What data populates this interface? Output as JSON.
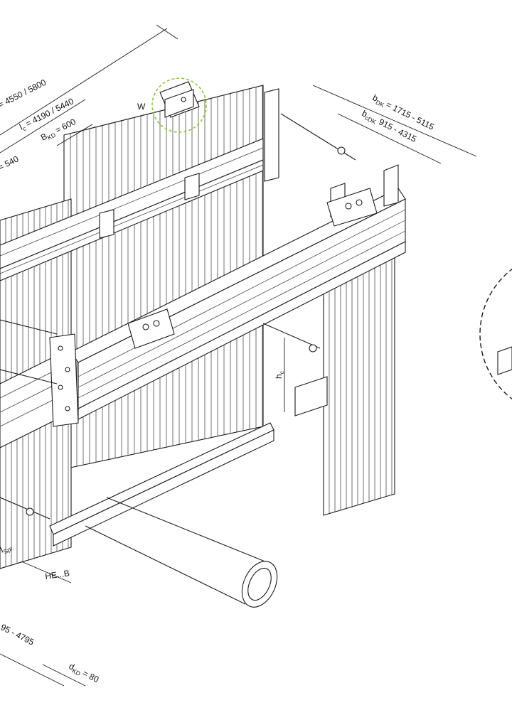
{
  "labels": {
    "l_total": "= 4550 / 5800",
    "l_c_prefix": "l",
    "l_c_sub": "c",
    "l_c_value": "= 4190 / 5440",
    "B_prefix": "B",
    "B_sub": "KD",
    "B_value": "= 600",
    "partial_540": "= 540",
    "b_dk_prefix": "b",
    "b_dk_sub": "DK",
    "b_dk_value": "= 1715 - 5115",
    "b_cdk_prefix": "b",
    "b_cdk_sub": "cDK",
    "b_cdk_value": "915 - 4315",
    "h_prefix": "h",
    "h_sub": "c",
    "w_marker": "W",
    "spr_prefix": "l",
    "spr_sub": "Spr.",
    "he_label": "HE...B",
    "partial_4795": "95 - 4795",
    "d_prefix": "d",
    "d_sub": "KD",
    "d_value": "= 80"
  },
  "colors": {
    "line": "#1a1a1a",
    "highlight_circle": "#8cc63f",
    "background": "#ffffff"
  }
}
